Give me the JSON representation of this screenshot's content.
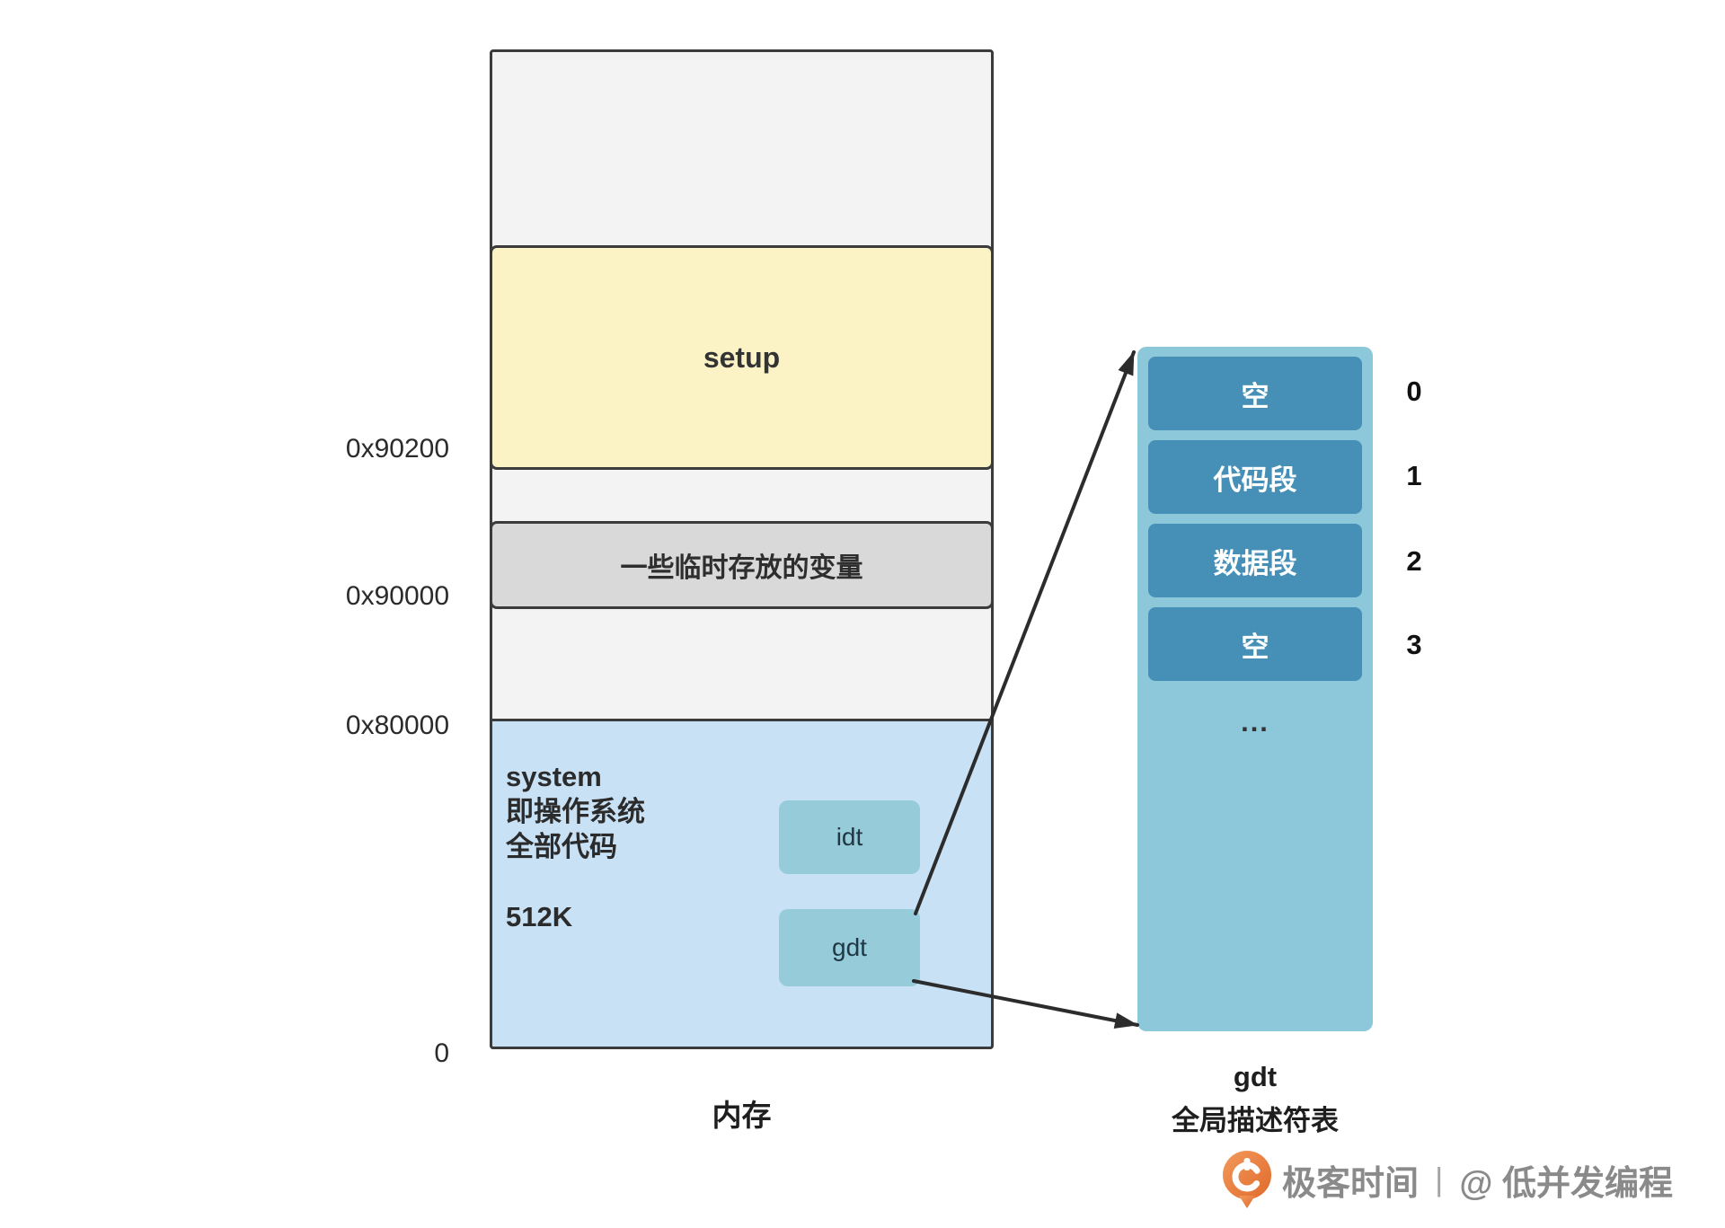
{
  "memory": {
    "caption": "内存",
    "address_labels": [
      "0x90200",
      "0x90000",
      "0x80000",
      "0"
    ],
    "sections": {
      "setup_label": "setup",
      "temp_vars_label": "一些临时存放的变量",
      "system_lines": [
        "system",
        "即操作系统",
        "全部代码"
      ],
      "system_size": "512K",
      "idt_label": "idt",
      "gdt_label": "gdt"
    }
  },
  "gdt_table": {
    "entries": [
      {
        "label": "空",
        "index": "0"
      },
      {
        "label": "代码段",
        "index": "1"
      },
      {
        "label": "数据段",
        "index": "2"
      },
      {
        "label": "空",
        "index": "3"
      }
    ],
    "ellipsis": "...",
    "caption_line1": "gdt",
    "caption_line2": "全局描述符表"
  },
  "watermark": {
    "brand": "极客时间",
    "divider": "|",
    "author": "@ 低并发编程"
  },
  "colors": {
    "border_dark": "#3b3b3b",
    "section_light_gray": "#f3f3f3",
    "setup_yellow": "#fbf3c5",
    "temp_gray": "#d9d9d9",
    "system_blue": "#c8e1f5",
    "mini_box_teal": "#96cbd9",
    "gdt_container_teal": "#8dc7da",
    "gdt_entry_blue": "#4690b8",
    "arrow_dark": "#2c2c2c",
    "watermark_gray": "#8a8a8a",
    "logo_orange": "#e8722f"
  }
}
